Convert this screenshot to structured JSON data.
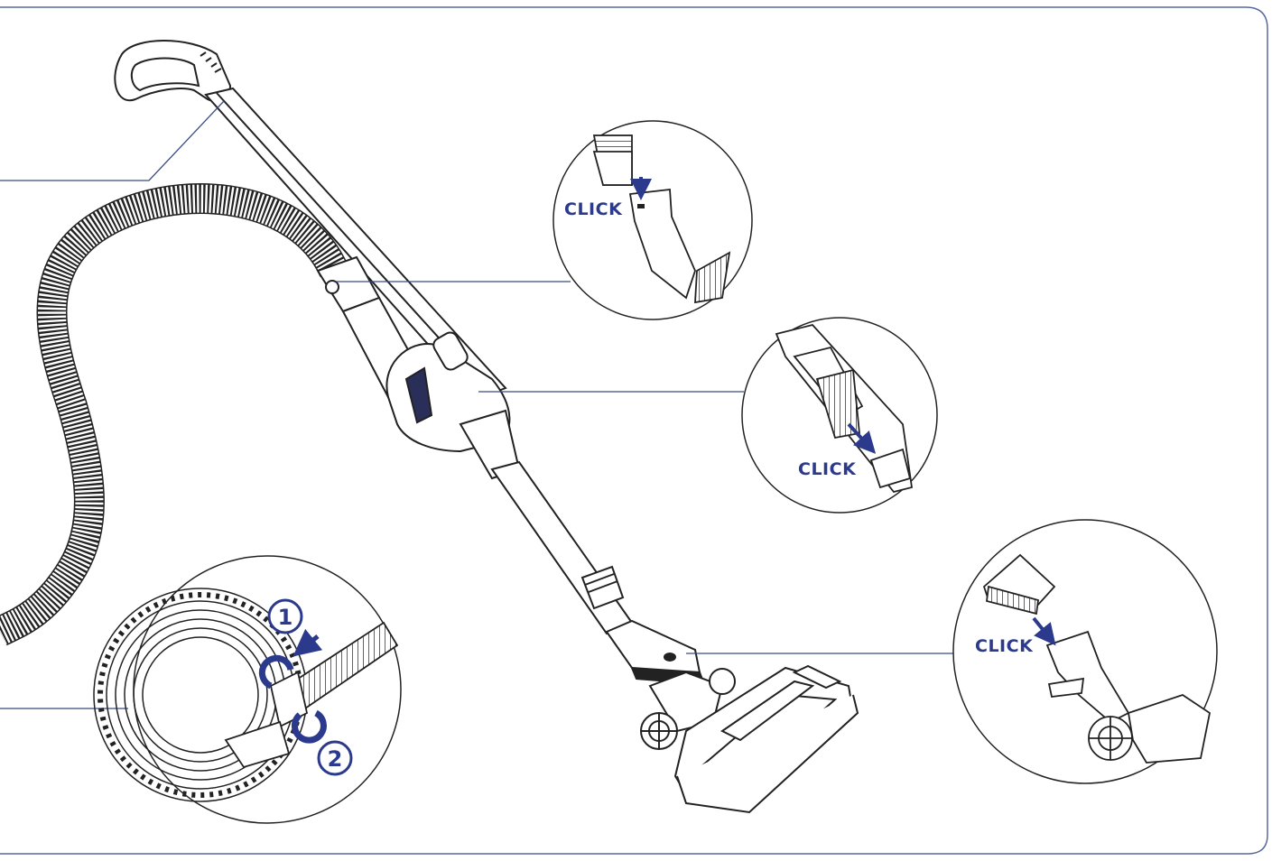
{
  "colors": {
    "accent": "#2b3a8c",
    "line": "#1a1a1a",
    "frame": "#4a5a9a",
    "leader": "#3b4a82"
  },
  "callouts": {
    "hose_connection_label": "CLICK",
    "handle_accessory_label": "CLICK",
    "floor_nozzle_label": "CLICK"
  },
  "body_connection": {
    "step_1": "1",
    "step_2": "2"
  }
}
